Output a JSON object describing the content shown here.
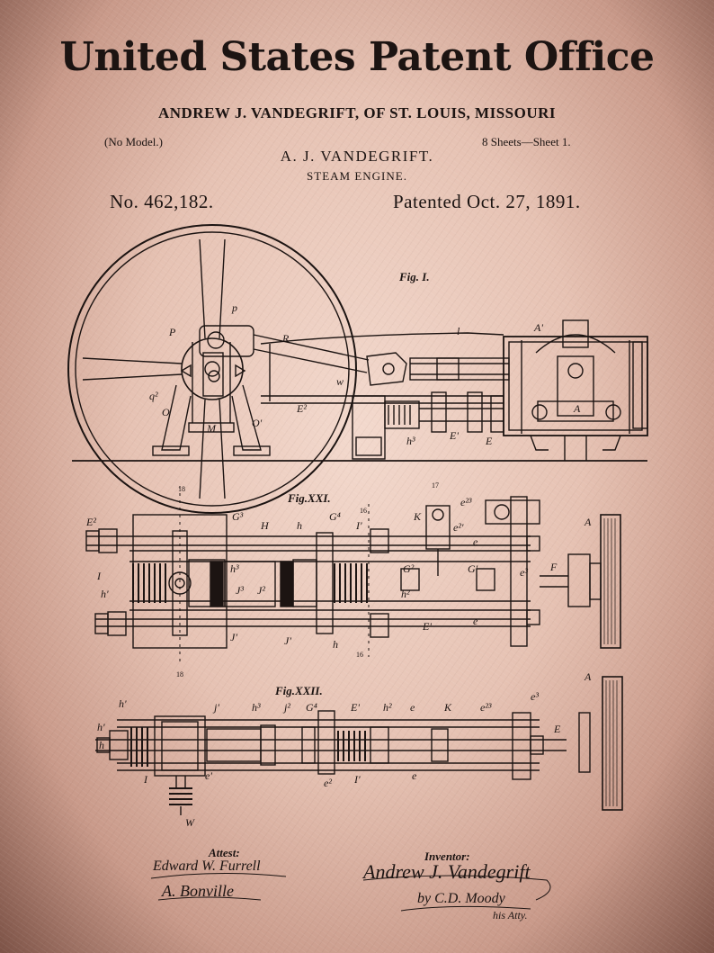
{
  "header": {
    "title": "United States Patent Office",
    "inventor_line": "ANDREW J. VANDEGRIFT, OF ST. LOUIS, MISSOURI",
    "no_model": "(No Model.)",
    "sheets": "8 Sheets—Sheet 1.",
    "inventor_name": "A. J. VANDEGRIFT.",
    "subject": "STEAM ENGINE.",
    "patent_number": "No. 462,182.",
    "patent_date": "Patented Oct. 27, 1891."
  },
  "figures": {
    "fig1": "Fig. I.",
    "fig21": "Fig.XXI.",
    "fig22": "Fig.XXII."
  },
  "signatures": {
    "attest_label": "Attest:",
    "witness1": "Edward W. Furrell",
    "witness2": "A. Bonville",
    "inventor_label": "Inventor:",
    "inventor": "Andrew J. Vandegrift",
    "attorney": "by C.D. Moody",
    "attorney_title": "his Atty."
  },
  "colors": {
    "ink": "#1c1412",
    "paper": "#f3d9cd",
    "vignette": "#7d5347"
  }
}
